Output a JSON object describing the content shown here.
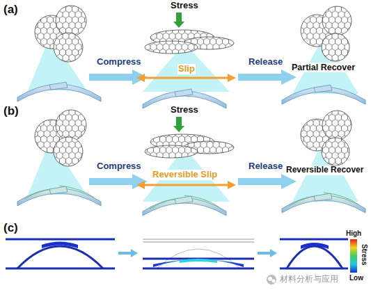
{
  "diagram": {
    "labels": [
      "(a)",
      "Stress",
      "Compress",
      "Release",
      "Slip",
      "Partial Recover",
      "(b)",
      "Stress",
      "Compress",
      "Release",
      "Reversible Slip",
      "Reversible Recover",
      "(c)",
      "High",
      "Stress",
      "Low",
      "材料分析与应用"
    ]
  }
}
